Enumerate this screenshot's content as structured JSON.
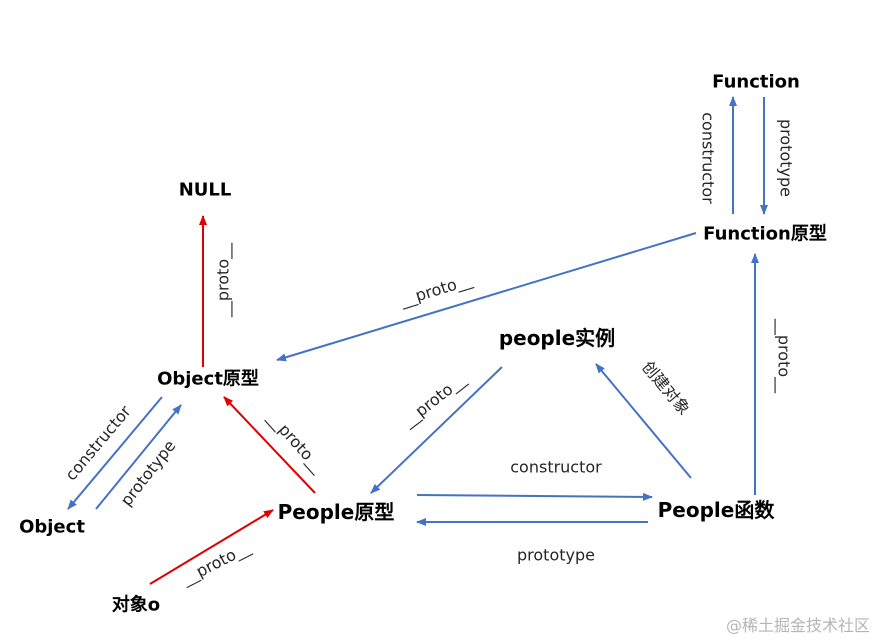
{
  "colors": {
    "blue_arrow": "#4472c4",
    "red_arrow": "#e00000",
    "text": "#000000",
    "watermark": "#b5b5b5"
  },
  "nodes": {
    "function": "Function",
    "function_prototype": "Function原型",
    "null": "NULL",
    "object_prototype": "Object原型",
    "object": "Object",
    "people_instance": "people实例",
    "people_prototype": "People原型",
    "people_function": "People函数",
    "object_o": "对象o"
  },
  "edge_labels": {
    "function_constructor": "constructor",
    "function_prototype": "prototype",
    "funcproto_to_objproto": "__proto__",
    "objproto_to_null": "__proto__",
    "instance_to_peopleproto": "__proto__",
    "create_object": "创建对象",
    "peoplefunc_to_funcproto": "__proto__",
    "peopleproto_to_objproto": "__proto__",
    "object_constructor": "constructor",
    "object_prototype": "prototype",
    "people_constructor": "constructor",
    "people_prototype": "prototype",
    "o_to_peopleproto": "__proto__"
  },
  "watermark": "@稀土掘金技术社区"
}
